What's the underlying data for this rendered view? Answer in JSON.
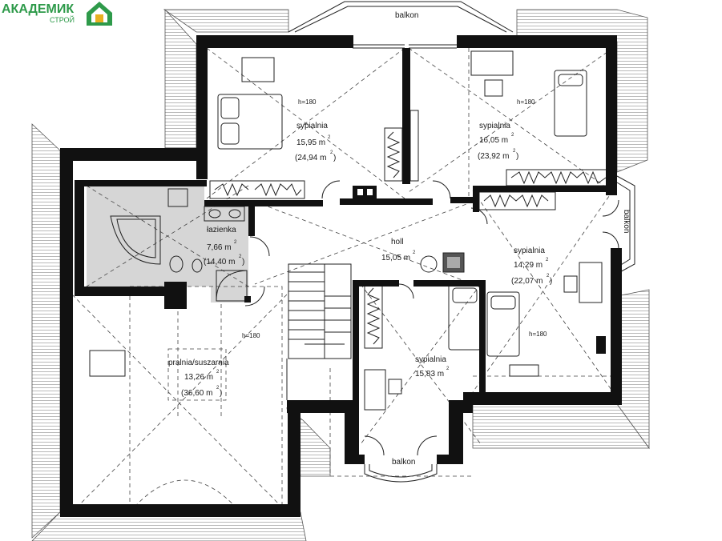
{
  "brand": {
    "name": "АКАДЕМИК",
    "sub": "СТРОЙ",
    "color_main": "#2e9a4a",
    "color_accent": "#e8b020"
  },
  "balconies": {
    "top": "balkon",
    "right": "balkon",
    "bottom": "balkon"
  },
  "rooms": {
    "bed_nw": {
      "name": "sypialnia",
      "area": "15,95 m",
      "total": "(24,94 m",
      "height": "h=180"
    },
    "bed_ne": {
      "name": "sypialnia",
      "area": "16,05 m",
      "total": "(23,92 m",
      "height": "h=180"
    },
    "bath": {
      "name": "łazienka",
      "area": "7,66 m",
      "total": "(14,40 m"
    },
    "hall": {
      "name": "holl",
      "area": "15,05 m"
    },
    "bed_e": {
      "name": "sypialnia",
      "area": "14,29 m",
      "total": "(22,07 m",
      "height": "h=180"
    },
    "bed_s": {
      "name": "sypialnia",
      "area": "15,83 m"
    },
    "laundry": {
      "name": "pralnia/suszarnia",
      "area": "13,26 m",
      "total": "(36,60 m",
      "height": "h=180"
    }
  },
  "units": {
    "sup": "2",
    "close": ")"
  },
  "colors": {
    "wall": "#111111",
    "bath_floor": "#d6d6d6",
    "line": "#222222"
  }
}
